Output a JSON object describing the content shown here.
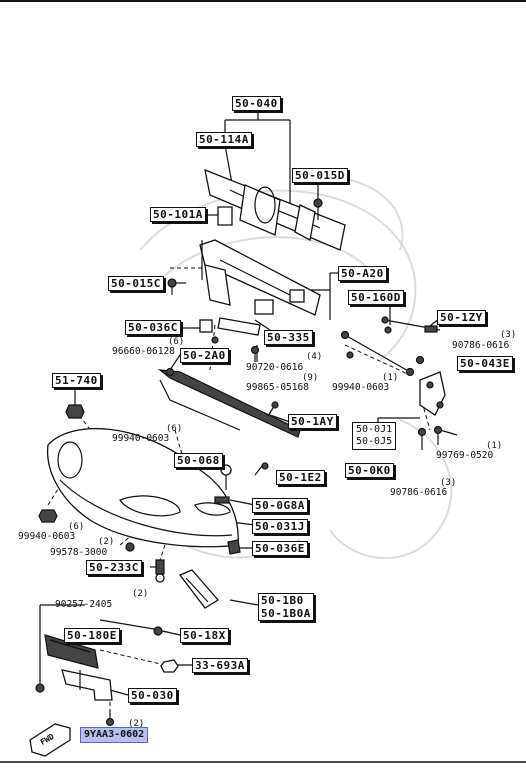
{
  "callouts": {
    "p50_040": "50-040",
    "p50_114A": "50-114A",
    "p50_015D": "50-015D",
    "p50_101A": "50-101A",
    "p50_A20": "50-A20",
    "p50_015C": "50-015C",
    "p50_160D": "50-160D",
    "p50_1ZY": "50-1ZY",
    "p50_036C": "50-036C",
    "p50_335": "50-335",
    "p50_2A0": "50-2A0",
    "p50_043E": "50-043E",
    "p51_740": "51-740",
    "p50_1AY": "50-1AY",
    "p50_068": "50-068",
    "p50_1E2": "50-1E2",
    "p50_0K0": "50-0K0",
    "p50_0G8A": "50-0G8A",
    "p50_031J": "50-031J",
    "p50_036E": "50-036E",
    "p50_233C": "50-233C",
    "p50_1B0": "50-1B0",
    "p50_1B0A": "50-1B0A",
    "p50_180E": "50-180E",
    "p50_18X": "50-18X",
    "p33_693A": "33-693A",
    "p50_030": "50-030",
    "p50_0J1": "50-0J1",
    "p50_0J5": "50-0J5"
  },
  "fasteners": {
    "f96660": "96660-06128",
    "f96660_qty": "(6)",
    "f90720": "90720-0616",
    "f90720_qty": "(4)",
    "f99865": "99865-05168",
    "f99865_qty": "(9)",
    "f99940_a": "99940-0603",
    "f99940_a_qty": "(1)",
    "f90786_a": "90786-0616",
    "f90786_a_qty": "(3)",
    "f99940_b": "99940-0603",
    "f99940_b_qty": "(6)",
    "f99769": "99769-0520",
    "f99769_qty": "(1)",
    "f90786_b": "90786-0616",
    "f90786_b_qty": "(3)",
    "f99940_c": "99940-0603",
    "f99940_c_qty": "(6)",
    "f99578": "99578-3000",
    "f99578_qty": "(2)",
    "f90257": "90257-2405",
    "f90257_qty": "(2)",
    "f9yaa3_qty": "(2)"
  },
  "highlight": {
    "part": "9YAA3-0602",
    "color": "#b9bff0"
  },
  "direction": {
    "label": "FWD"
  }
}
